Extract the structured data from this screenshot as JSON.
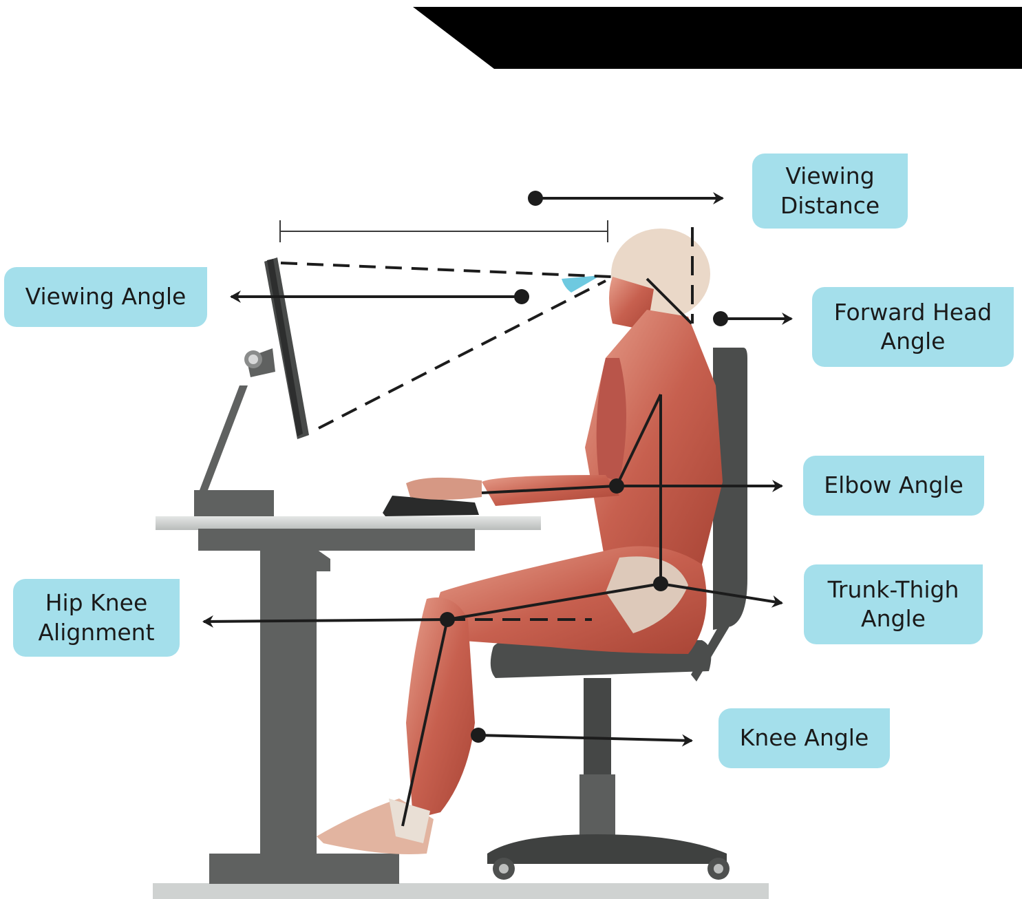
{
  "colors": {
    "label_bg": "#a4dfeb",
    "banner": "#000000",
    "furniture": "#5f6160",
    "desk_top": "#d3d5d4",
    "floor": "#cfd2d1",
    "arrow": "#1c1c1c",
    "angle_wedge": "#6ec9e0",
    "skin_muscle": "#c9705f"
  },
  "labels": {
    "viewing_distance": "Viewing\nDistance",
    "viewing_angle": "Viewing Angle",
    "forward_head_angle": "Forward Head\nAngle",
    "elbow_angle": "Elbow Angle",
    "trunk_thigh_angle": "Trunk-Thigh\nAngle",
    "hip_knee_alignment": "Hip Knee\nAlignment",
    "knee_angle": "Knee Angle"
  },
  "icons": [
    "monitor-icon",
    "keyboard-icon",
    "desk-icon",
    "office-chair-icon",
    "seated-human-figure",
    "arrow-icon"
  ]
}
